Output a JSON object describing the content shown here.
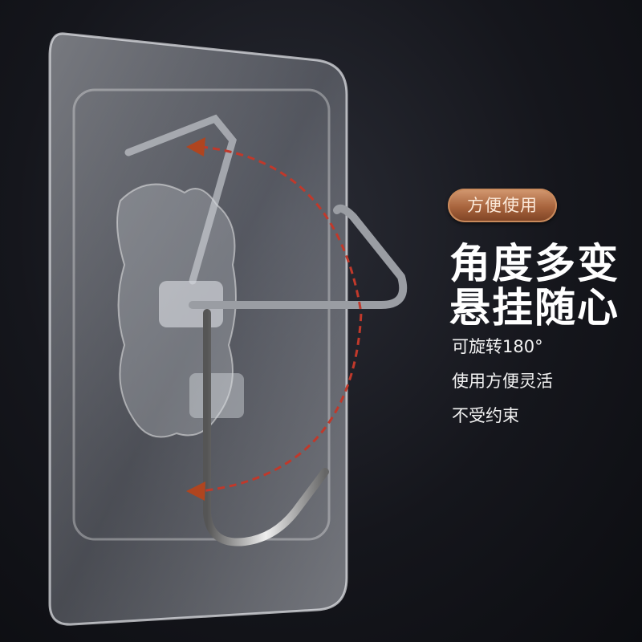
{
  "badge": {
    "label": "方便使用",
    "color": "#b06b42"
  },
  "headline": {
    "line1": "角度多变",
    "line2": "悬挂随心"
  },
  "features": [
    "可旋转180°",
    "使用方便灵活",
    "不受约束"
  ],
  "colors": {
    "background": "#15161c",
    "arrow": "#c0392b",
    "arrowhead": "#b0451f"
  }
}
